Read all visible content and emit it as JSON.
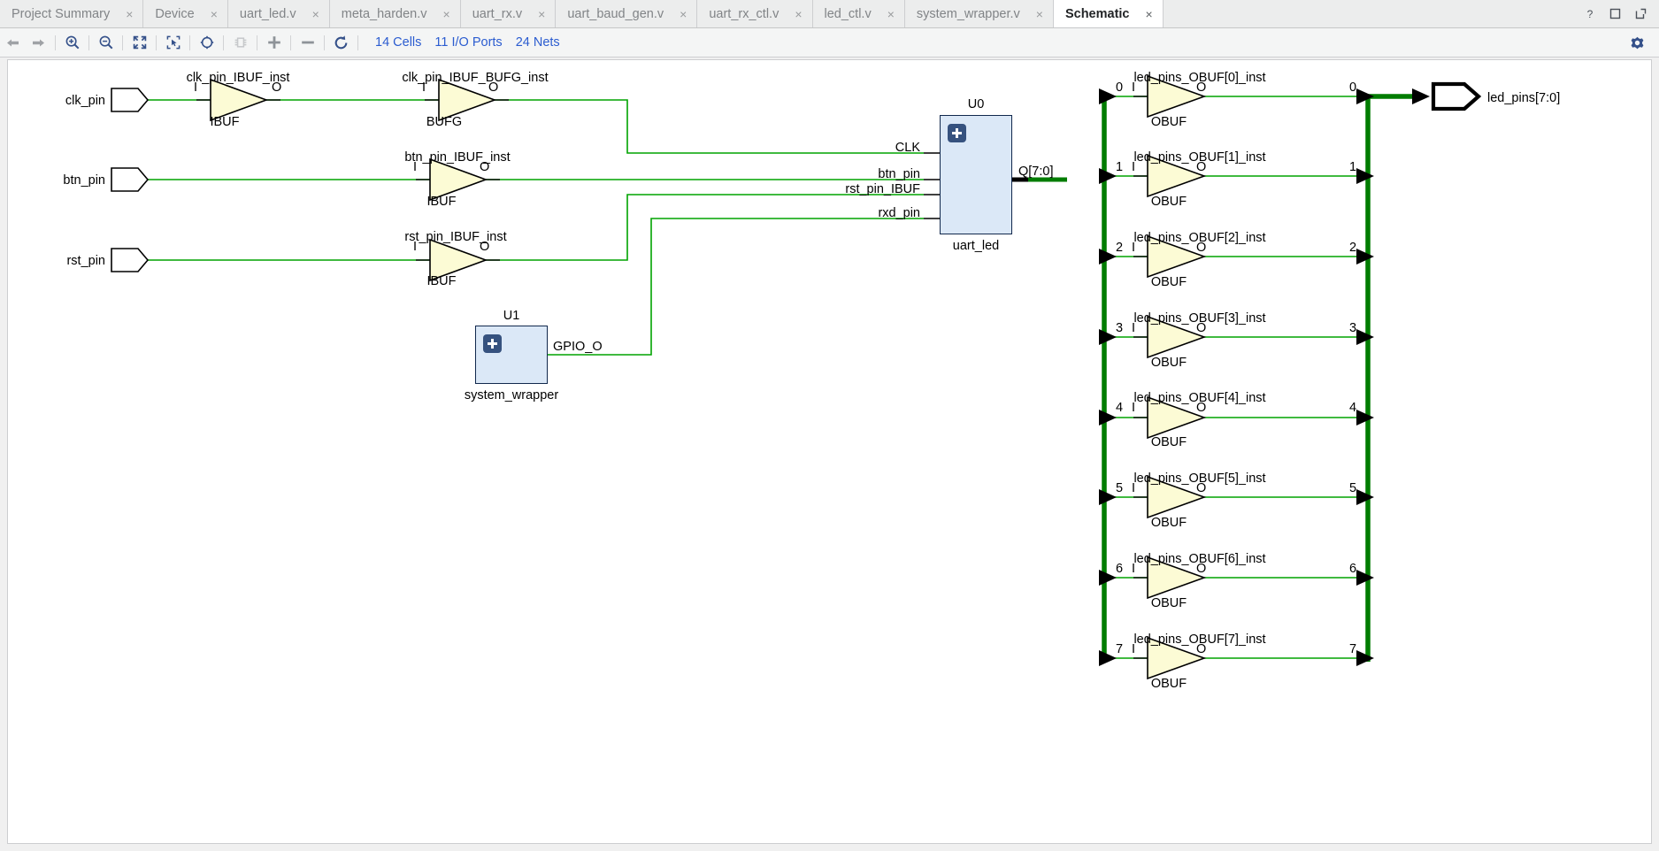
{
  "window": {
    "controls": [
      {
        "name": "help-button",
        "glyph": "?"
      },
      {
        "name": "maximize-button",
        "glyph": "□"
      },
      {
        "name": "float-button",
        "glyph": "↗"
      }
    ]
  },
  "tabs": [
    {
      "label": "Project Summary",
      "active": false
    },
    {
      "label": "Device",
      "active": false
    },
    {
      "label": "uart_led.v",
      "active": false
    },
    {
      "label": "meta_harden.v",
      "active": false
    },
    {
      "label": "uart_rx.v",
      "active": false
    },
    {
      "label": "uart_baud_gen.v",
      "active": false
    },
    {
      "label": "uart_rx_ctl.v",
      "active": false
    },
    {
      "label": "led_ctl.v",
      "active": false
    },
    {
      "label": "system_wrapper.v",
      "active": false
    },
    {
      "label": "Schematic",
      "active": true
    }
  ],
  "tab_close_glyph": "×",
  "toolbar": {
    "buttons": [
      {
        "name": "back-arrow-icon",
        "enabled": true
      },
      {
        "name": "forward-arrow-icon",
        "enabled": true
      },
      {
        "name": "zoom-in-icon",
        "enabled": true
      },
      {
        "name": "zoom-out-icon",
        "enabled": true
      },
      {
        "name": "zoom-fit-icon",
        "enabled": true
      },
      {
        "name": "zoom-area-icon",
        "enabled": true
      },
      {
        "name": "locate-icon",
        "enabled": true
      },
      {
        "name": "chip-icon",
        "enabled": false
      },
      {
        "name": "expand-plus-icon",
        "enabled": true
      },
      {
        "name": "collapse-minus-icon",
        "enabled": true
      },
      {
        "name": "reload-icon",
        "enabled": true
      }
    ],
    "stats": [
      {
        "name": "cells-count",
        "label": "14 Cells"
      },
      {
        "name": "io-ports-count",
        "label": "11 I/O Ports"
      },
      {
        "name": "nets-count",
        "label": "24 Nets"
      }
    ],
    "settings_icon": "gear-icon",
    "link_color": "#2b5cd0"
  },
  "schematic": {
    "colors": {
      "wire": "#00a300",
      "bus": "#007c00",
      "block_fill": "#dbe8f7",
      "block_stroke": "#11284d",
      "buffer_fill": "#fcfbd5",
      "buffer_stroke": "#000000"
    },
    "input_ports": [
      {
        "name": "clk_pin",
        "label": "clk_pin"
      },
      {
        "name": "btn_pin",
        "label": "btn_pin"
      },
      {
        "name": "rst_pin",
        "label": "rst_pin"
      }
    ],
    "output_ports": [
      {
        "name": "led_pins",
        "label": "led_pins[7:0]"
      }
    ],
    "buffers": [
      {
        "inst": "clk_pin_IBUF_inst",
        "type": "IBUF",
        "in": "I",
        "out": "O"
      },
      {
        "inst": "clk_pin_IBUF_BUFG_inst",
        "type": "BUFG",
        "in": "I",
        "out": "O"
      },
      {
        "inst": "btn_pin_IBUF_inst",
        "type": "IBUF",
        "in": "I",
        "out": "O"
      },
      {
        "inst": "rst_pin_IBUF_inst",
        "type": "IBUF",
        "in": "I",
        "out": "O"
      }
    ],
    "obufs": [
      {
        "inst": "led_pins_OBUF[0]_inst",
        "type": "OBUF",
        "in": "I",
        "out": "O",
        "bit_left": "0",
        "bit_right": "0"
      },
      {
        "inst": "led_pins_OBUF[1]_inst",
        "type": "OBUF",
        "in": "I",
        "out": "O",
        "bit_left": "1",
        "bit_right": "1"
      },
      {
        "inst": "led_pins_OBUF[2]_inst",
        "type": "OBUF",
        "in": "I",
        "out": "O",
        "bit_left": "2",
        "bit_right": "2"
      },
      {
        "inst": "led_pins_OBUF[3]_inst",
        "type": "OBUF",
        "in": "I",
        "out": "O",
        "bit_left": "3",
        "bit_right": "3"
      },
      {
        "inst": "led_pins_OBUF[4]_inst",
        "type": "OBUF",
        "in": "I",
        "out": "O",
        "bit_left": "4",
        "bit_right": "4"
      },
      {
        "inst": "led_pins_OBUF[5]_inst",
        "type": "OBUF",
        "in": "I",
        "out": "O",
        "bit_left": "5",
        "bit_right": "5"
      },
      {
        "inst": "led_pins_OBUF[6]_inst",
        "type": "OBUF",
        "in": "I",
        "out": "O",
        "bit_left": "6",
        "bit_right": "6"
      },
      {
        "inst": "led_pins_OBUF[7]_inst",
        "type": "OBUF",
        "in": "I",
        "out": "O",
        "bit_left": "7",
        "bit_right": "7"
      }
    ],
    "blocks": [
      {
        "ref": "U0",
        "cell": "uart_led",
        "expand_glyph": "+",
        "input_pins": [
          "CLK",
          "btn_pin",
          "rst_pin_IBUF",
          "rxd_pin"
        ],
        "output_pins": [
          "Q[7:0]"
        ]
      },
      {
        "ref": "U1",
        "cell": "system_wrapper",
        "expand_glyph": "+",
        "input_pins": [],
        "output_pins": [
          "GPIO_O"
        ]
      }
    ]
  }
}
